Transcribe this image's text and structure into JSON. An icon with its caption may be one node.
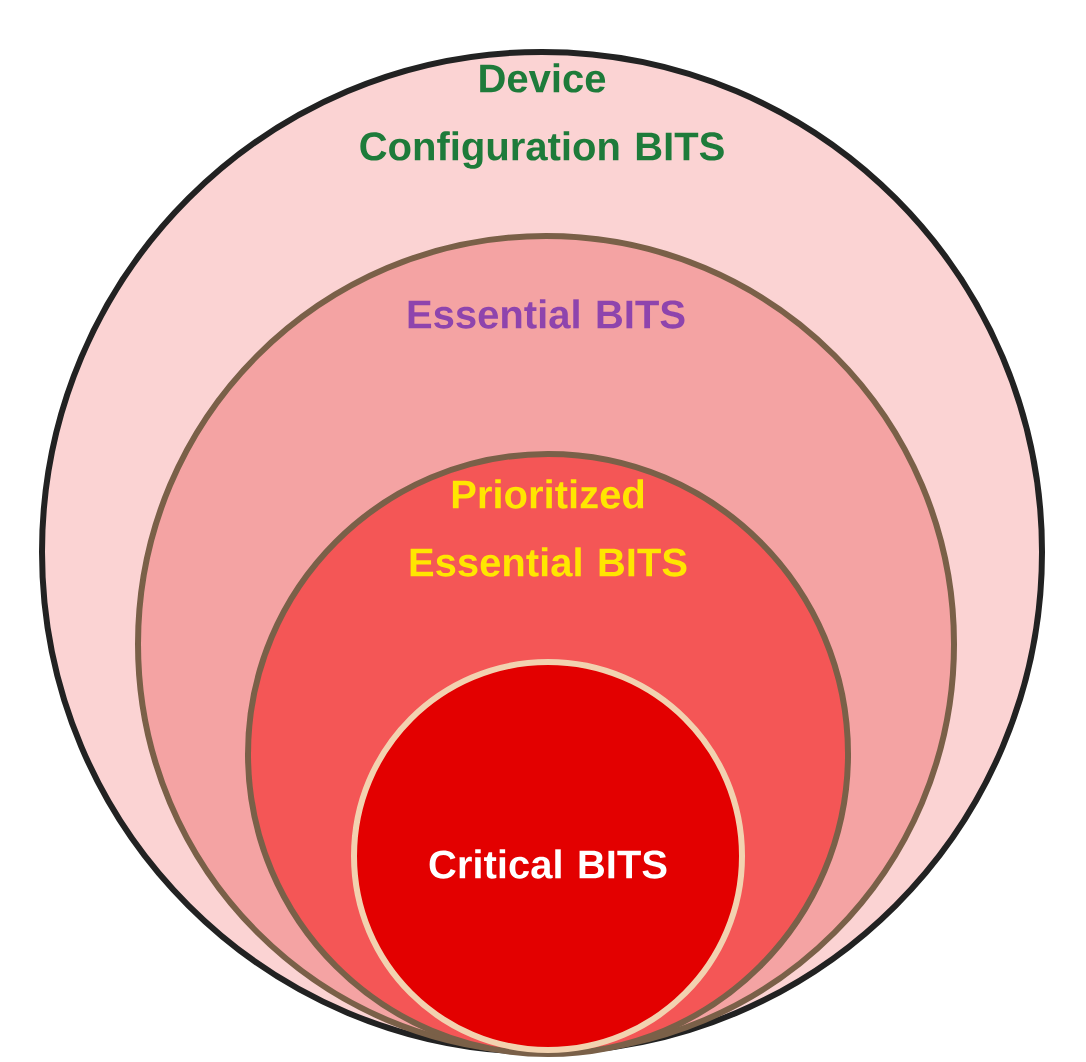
{
  "diagram": {
    "nodes": [
      {
        "text": [
          "Device Configuration BITS"
        ]
      },
      {
        "text": [
          "Essential BITS"
        ],
        "in": 0
      },
      {
        "text": [
          "Prioritized Essential BITS"
        ],
        "in": 1
      },
      {
        "text": [
          "Critical BITS"
        ],
        "in": 2
      }
    ]
  }
}
